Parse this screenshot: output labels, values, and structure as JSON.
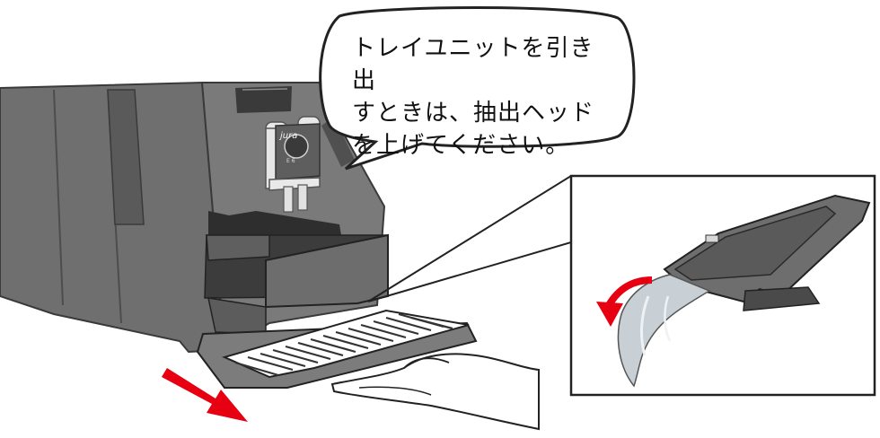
{
  "callout": {
    "text": "トレイユニットを引き出\nすときは、抽出ヘッド\nを上げてください。"
  },
  "machine": {
    "brand": "jura",
    "model": "E 6"
  },
  "icons": {
    "pull_direction": "arrow-down-right-icon",
    "tilt_direction": "curved-arrow-icon"
  },
  "colors": {
    "machine_body": "#6b6b6b",
    "machine_dark": "#4a4a4a",
    "arrow_red": "#e60012",
    "water": "#c8d0d6",
    "tray_grid": "#3a3a3a"
  }
}
